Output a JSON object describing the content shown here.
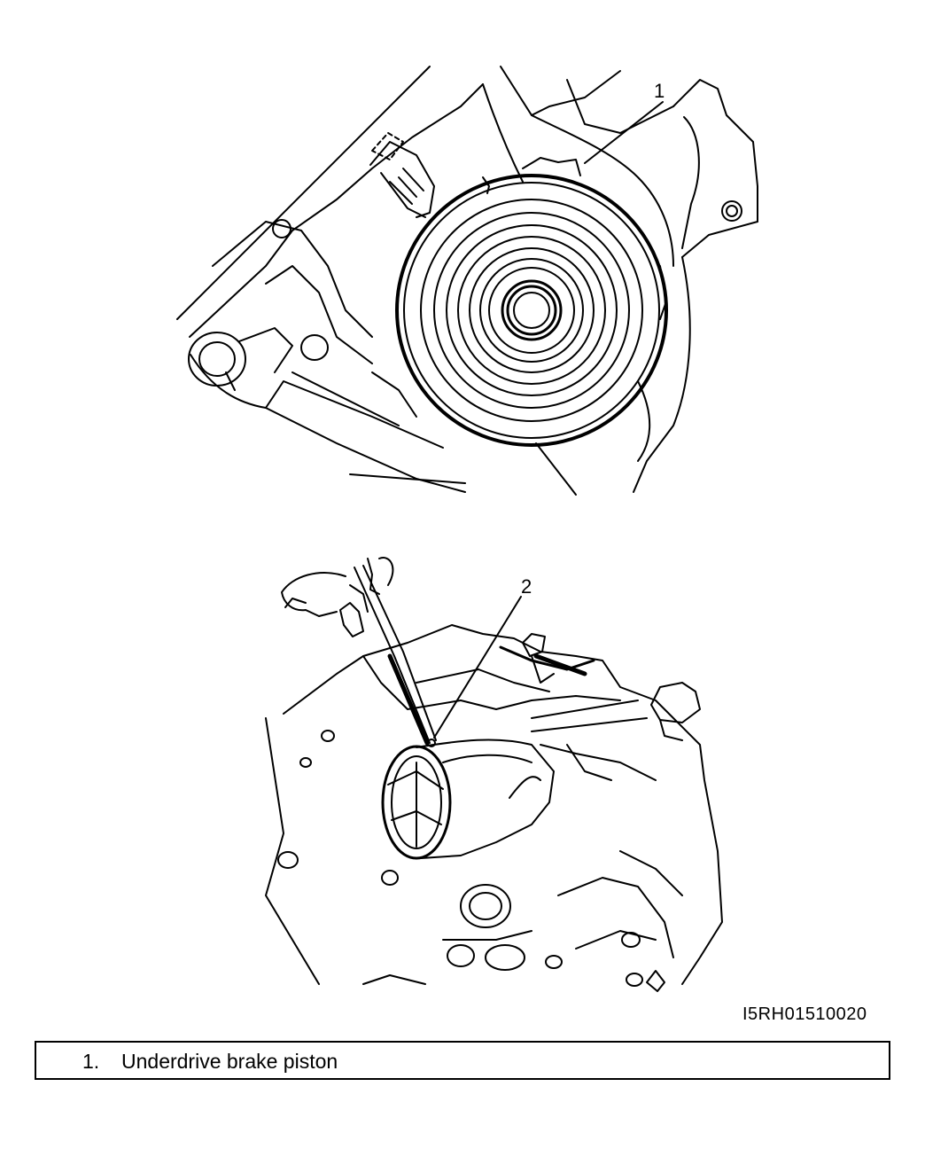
{
  "callouts": [
    {
      "number": "1"
    },
    {
      "number": "2"
    }
  ],
  "figure_id": "I5RH01510020",
  "legend": {
    "items": [
      {
        "number": "1.",
        "text": "Underdrive brake piston"
      }
    ]
  }
}
